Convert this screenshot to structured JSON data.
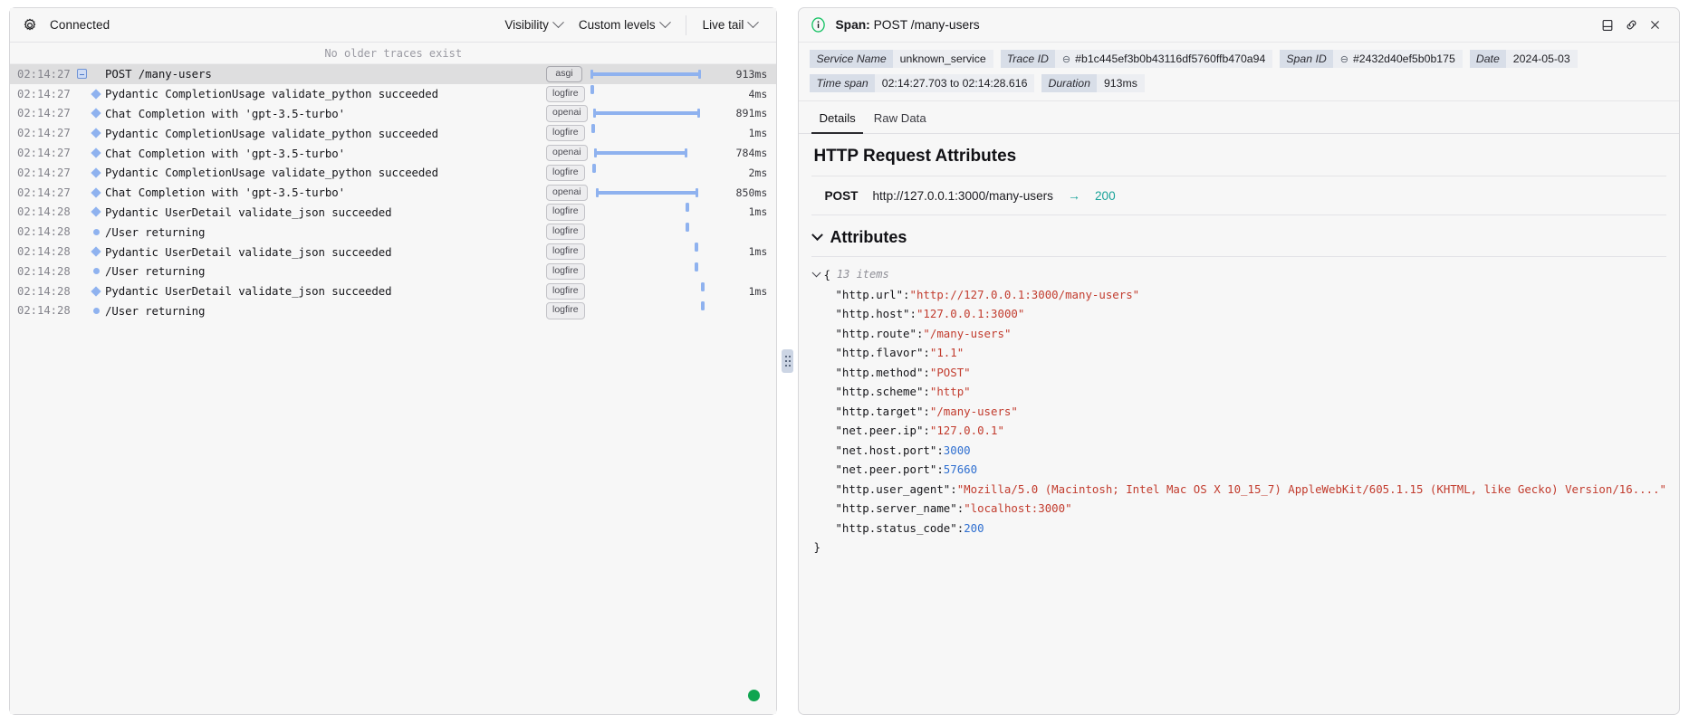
{
  "left": {
    "toolbar": {
      "gear_icon": "gear-icon",
      "connection_status": "Connected",
      "visibility_label": "Visibility",
      "custom_levels_label": "Custom levels",
      "live_tail_label": "Live tail"
    },
    "no_older_traces": "No older traces exist",
    "status_indicator": "live-connected",
    "rows": [
      {
        "time": "02:14:27",
        "name": "POST /many-users",
        "marker": "toggle",
        "badge": "asgi",
        "duration": "913ms",
        "bar_left": 2.2,
        "bar_width": 96.5,
        "selected": true
      },
      {
        "time": "02:14:27",
        "name": "Pydantic CompletionUsage validate_python succeeded",
        "marker": "diamond",
        "badge": "logfire",
        "duration": "4ms",
        "bar_left": 2.6,
        "bar_width": 0.6,
        "selected": false
      },
      {
        "time": "02:14:27",
        "name": "Chat Completion with 'gpt-3.5-turbo'",
        "marker": "diamond",
        "badge": "openai",
        "duration": "891ms",
        "bar_left": 4.8,
        "bar_width": 93.2,
        "selected": false
      },
      {
        "time": "02:14:27",
        "name": "Pydantic CompletionUsage validate_python succeeded",
        "marker": "diamond",
        "badge": "logfire",
        "duration": "1ms",
        "bar_left": 3.2,
        "bar_width": 0.6,
        "selected": false
      },
      {
        "time": "02:14:27",
        "name": "Chat Completion with 'gpt-3.5-turbo'",
        "marker": "diamond",
        "badge": "openai",
        "duration": "784ms",
        "bar_left": 5.8,
        "bar_width": 81.5,
        "selected": false
      },
      {
        "time": "02:14:27",
        "name": "Pydantic CompletionUsage validate_python succeeded",
        "marker": "diamond",
        "badge": "logfire",
        "duration": "2ms",
        "bar_left": 4.2,
        "bar_width": 0.6,
        "selected": false
      },
      {
        "time": "02:14:27",
        "name": "Chat Completion with 'gpt-3.5-turbo'",
        "marker": "diamond",
        "badge": "openai",
        "duration": "850ms",
        "bar_left": 7.2,
        "bar_width": 89.5,
        "selected": false
      },
      {
        "time": "02:14:28",
        "name": "Pydantic UserDetail validate_json succeeded",
        "marker": "diamond",
        "badge": "logfire",
        "duration": "1ms",
        "bar_left": 85.5,
        "bar_width": 0.6,
        "selected": false
      },
      {
        "time": "02:14:28",
        "name": "/User returning",
        "marker": "dot",
        "badge": "logfire",
        "duration": "",
        "bar_left": 85.5,
        "bar_width": 0.6,
        "selected": false
      },
      {
        "time": "02:14:28",
        "name": "Pydantic UserDetail validate_json succeeded",
        "marker": "diamond",
        "badge": "logfire",
        "duration": "1ms",
        "bar_left": 93.0,
        "bar_width": 0.6,
        "selected": false
      },
      {
        "time": "02:14:28",
        "name": "/User returning",
        "marker": "dot",
        "badge": "logfire",
        "duration": "",
        "bar_left": 93.0,
        "bar_width": 0.6,
        "selected": false
      },
      {
        "time": "02:14:28",
        "name": "Pydantic UserDetail validate_json succeeded",
        "marker": "diamond",
        "badge": "logfire",
        "duration": "1ms",
        "bar_left": 99.0,
        "bar_width": 0.6,
        "selected": false
      },
      {
        "time": "02:14:28",
        "name": "/User returning",
        "marker": "dot",
        "badge": "logfire",
        "duration": "",
        "bar_left": 99.0,
        "bar_width": 0.6,
        "selected": false
      }
    ]
  },
  "right": {
    "header": {
      "info_icon": "info-icon",
      "title_prefix": "Span:",
      "title_value": "POST /many-users",
      "split_pane_icon": "split-pane-icon",
      "link_icon": "link-icon",
      "close_icon": "close-icon"
    },
    "meta": [
      {
        "key": "Service Name",
        "value": "unknown_service",
        "has_link_glyph": false
      },
      {
        "key": "Trace ID",
        "value": "#b1c445ef3b0b43116df5760ffb470a94",
        "has_link_glyph": true
      },
      {
        "key": "Span ID",
        "value": "#2432d40ef5b0b175",
        "has_link_glyph": true
      },
      {
        "key": "Date",
        "value": "2024-05-03",
        "has_link_glyph": false
      },
      {
        "key": "Time span",
        "value": "02:14:27.703 to 02:14:28.616",
        "has_link_glyph": false
      },
      {
        "key": "Duration",
        "value": "913ms",
        "has_link_glyph": false
      }
    ],
    "tabs": [
      {
        "label": "Details",
        "active": true
      },
      {
        "label": "Raw Data",
        "active": false
      }
    ],
    "http_section": {
      "title": "HTTP Request Attributes",
      "method": "POST",
      "url": "http://127.0.0.1:3000/many-users",
      "arrow": "→",
      "status": "200"
    },
    "attributes_section": {
      "title": "Attributes",
      "items_count": "13 items",
      "open_brace": "{",
      "close_brace": "}",
      "items": [
        {
          "key": "\"http.url\"",
          "value": "\"http://127.0.0.1:3000/many-users\"",
          "type": "str"
        },
        {
          "key": "\"http.host\"",
          "value": "\"127.0.0.1:3000\"",
          "type": "str"
        },
        {
          "key": "\"http.route\"",
          "value": "\"/many-users\"",
          "type": "str"
        },
        {
          "key": "\"http.flavor\"",
          "value": "\"1.1\"",
          "type": "str"
        },
        {
          "key": "\"http.method\"",
          "value": "\"POST\"",
          "type": "str"
        },
        {
          "key": "\"http.scheme\"",
          "value": "\"http\"",
          "type": "str"
        },
        {
          "key": "\"http.target\"",
          "value": "\"/many-users\"",
          "type": "str"
        },
        {
          "key": "\"net.peer.ip\"",
          "value": "\"127.0.0.1\"",
          "type": "str"
        },
        {
          "key": "\"net.host.port\"",
          "value": "3000",
          "type": "num"
        },
        {
          "key": "\"net.peer.port\"",
          "value": "57660",
          "type": "num"
        },
        {
          "key": "\"http.user_agent\"",
          "value": "\"Mozilla/5.0 (Macintosh; Intel Mac OS X 10_15_7) AppleWebKit/605.1.15 (KHTML, like Gecko) Version/16....\"",
          "type": "str"
        },
        {
          "key": "\"http.server_name\"",
          "value": "\"localhost:3000\"",
          "type": "str"
        },
        {
          "key": "\"http.status_code\"",
          "value": "200",
          "type": "num"
        }
      ]
    }
  },
  "colors": {
    "bar": "#8fb2ef",
    "status_green": "#10a550",
    "accent_teal": "#1aa39a",
    "json_string": "#c23c2e",
    "json_number": "#2f6fd0"
  }
}
